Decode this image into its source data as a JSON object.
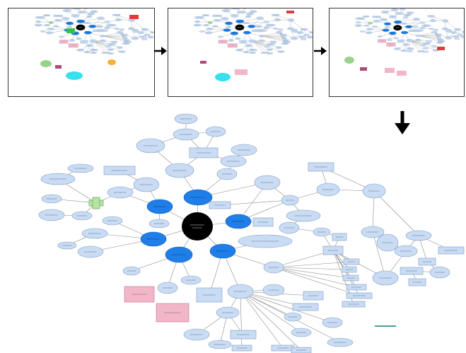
{
  "steps": [
    {
      "name": "step-1-snapshot"
    },
    {
      "name": "step-2-snapshot"
    },
    {
      "name": "step-3-snapshot"
    }
  ],
  "colors": {
    "node_light": "#c9dcf3",
    "node_light_stroke": "#7d9cc4",
    "node_accent": "#1f7ee8",
    "node_center": "#000000",
    "edge": "#8a8a8a",
    "label_red": "#e23b3b",
    "label_pink": "#f2b6c8",
    "label_green": "#b7e3a4",
    "label_cyan": "#39e0f0",
    "arrow": "#000000"
  },
  "icons": {
    "right_arrow": "arrow-right-icon",
    "down_arrow": "arrow-down-icon"
  }
}
